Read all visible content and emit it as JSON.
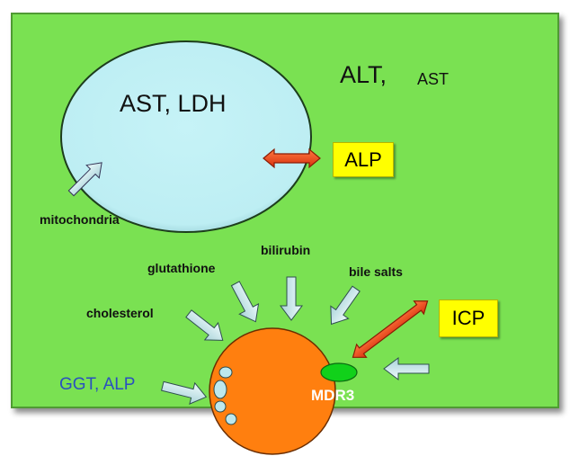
{
  "diagram": {
    "mitochondrion_label": "AST, LDH",
    "cytosol_enzymes": {
      "primary": "ALT,",
      "secondary": "AST"
    },
    "alp_box": "ALP",
    "icp_box": "ICP",
    "mitochondria_label": "mitochondria",
    "canalicular_inputs": [
      "cholesterol",
      "glutathione",
      "bilirubin",
      "bile salts"
    ],
    "membrane_enzymes": "GGT, ALP",
    "transporter_label": "MDR3",
    "colors": {
      "background_panel": "#7ae152",
      "mitochondrion_fill": "#bff0f5",
      "canaliculus_fill": "#ff7f0f",
      "transporter_fill": "#11d11a",
      "box_fill": "#ffff00",
      "double_arrow": "#f04a1a",
      "input_arrow": "#c9ecf0",
      "enzyme_text": "#2a4fc0"
    }
  }
}
